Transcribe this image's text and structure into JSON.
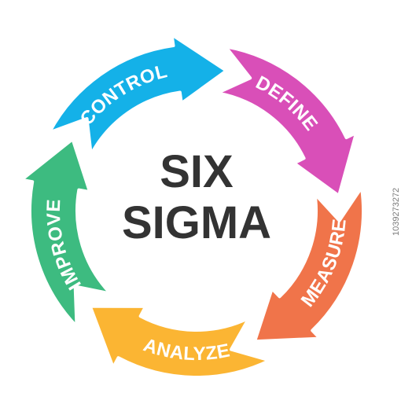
{
  "diagram": {
    "center_lines": [
      "SIX",
      "SIGMA"
    ],
    "segments": [
      {
        "id": "define",
        "label": "DEFINE",
        "color": "#d94fb8"
      },
      {
        "id": "measure",
        "label": "MEASURE",
        "color": "#f0744a"
      },
      {
        "id": "analyze",
        "label": "ANALYZE",
        "color": "#fbb533"
      },
      {
        "id": "improve",
        "label": "IMPROVE",
        "color": "#3dbb80"
      },
      {
        "id": "control",
        "label": "CONTROL",
        "color": "#14b1e8"
      }
    ]
  },
  "watermark": {
    "stock_id": "1039273272"
  }
}
